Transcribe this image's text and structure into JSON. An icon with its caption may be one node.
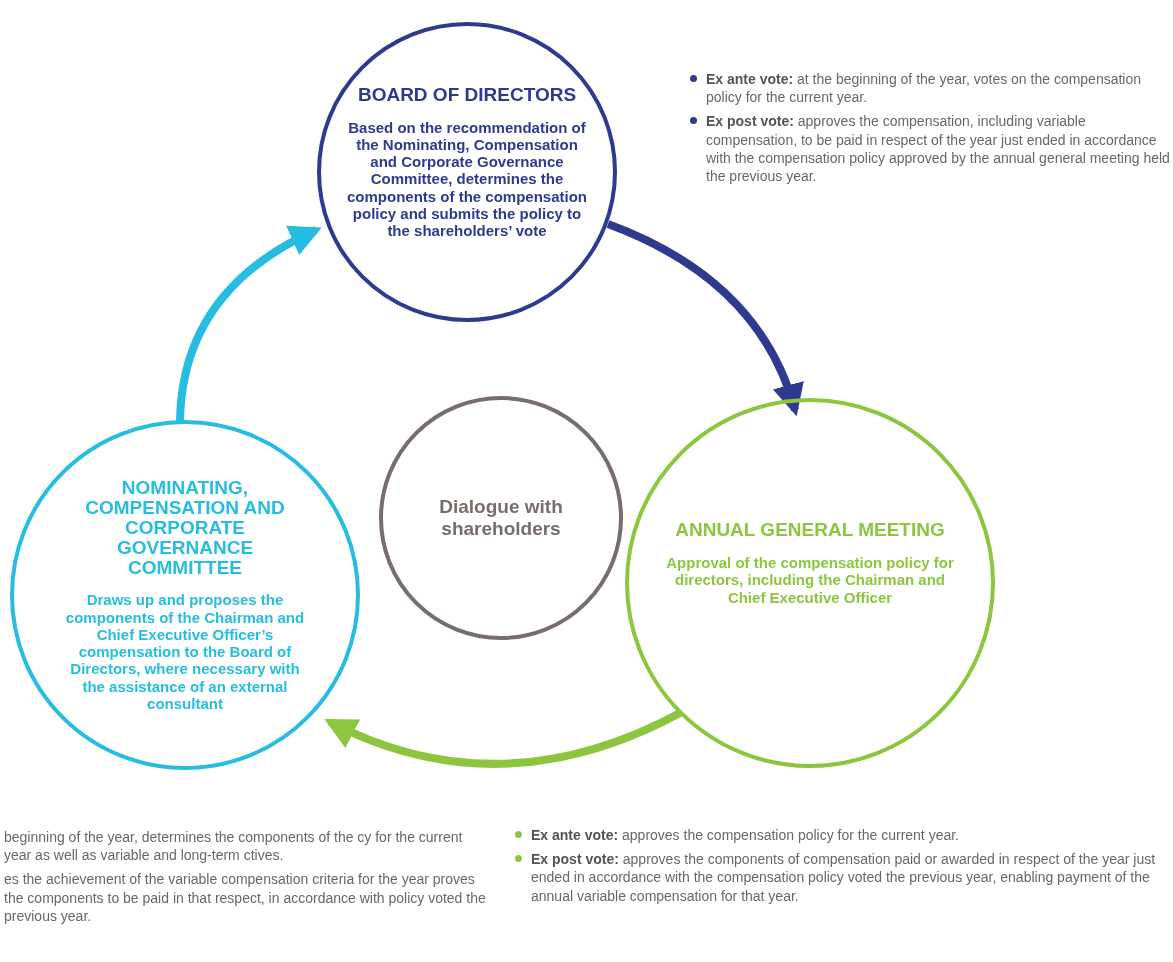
{
  "diagram": {
    "nodes": [
      {
        "text": [
          "BOARD OF DIRECTORS",
          "Based on the recommendation of the Nominating, Compensation and Corporate Governance Committee, determines the components of the compensation policy and submits the policy to the shareholders’ vote"
        ],
        "beside": [
          "**Ex ante vote:** at the beginning of the year, votes on the compensation policy for the current year.",
          "**Ex post vote:** approves the compensation, including variable compensation, to be paid in respect of the year just ended in accordance with the compensation policy approved by the annual general meeting held the previous year."
        ]
      },
      {
        "text": [
          "Dialogue with shareholders"
        ]
      },
      {
        "text": [
          "ANNUAL GENERAL MEETING",
          "Approval of the compensation policy for directors, including the Chairman and Chief Executive Officer"
        ],
        "beside": [
          "**Ex ante vote:** approves the compensation policy for the current year.",
          "**Ex post vote:** approves the components of compensation paid or awarded in respect of the year just ended in accordance with the compensation policy voted the previous year, enabling payment of the annual variable compensation for that year."
        ]
      },
      {
        "text": [
          "NOMINATING, COMPENSATION AND CORPORATE GOVERNANCE COMMITTEE",
          "Draws up and proposes the components of the Chairman and Chief Executive Officer’s compensation to the Board of Directors, where necessary with the assistance of an external consultant"
        ],
        "beside": [
          "beginning of the year, determines the components of the cy for the current year as well as variable and long-term ctives.",
          "es the achievement of the variable compensation criteria for the year proves the components to be paid in that respect, in accordance with policy voted the previous year."
        ]
      }
    ],
    "edges": [
      {
        "from": 0,
        "to": 2,
        "arrow": "to",
        "color": "#2e3a8f"
      },
      {
        "from": 2,
        "to": 3,
        "arrow": "to",
        "color": "#8cc63f"
      },
      {
        "from": 3,
        "to": 0,
        "arrow": "to",
        "color": "#27bde2"
      }
    ]
  }
}
